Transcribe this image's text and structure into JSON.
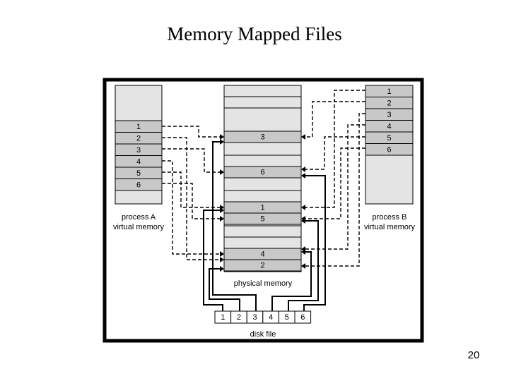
{
  "slide": {
    "title": "Memory Mapped Files",
    "page_number": "20"
  },
  "diagram": {
    "process_a": {
      "label_line1": "process A",
      "label_line2": "virtual memory",
      "pages": [
        "1",
        "2",
        "3",
        "4",
        "5",
        "6"
      ]
    },
    "process_b": {
      "label_line1": "process B",
      "label_line2": "virtual memory",
      "pages": [
        "1",
        "2",
        "3",
        "4",
        "5",
        "6"
      ]
    },
    "physical_memory": {
      "label": "physical memory",
      "frames": [
        "3",
        "6",
        "1",
        "5",
        "4",
        "2"
      ]
    },
    "disk_file": {
      "label": "disk file",
      "blocks": [
        "1",
        "2",
        "3",
        "4",
        "5",
        "6"
      ]
    },
    "colors": {
      "frame_border": "#000000",
      "memory_fill": "#e4e4e4",
      "page_fill": "#c8c8c8",
      "inner_background": "#ffffff"
    }
  }
}
